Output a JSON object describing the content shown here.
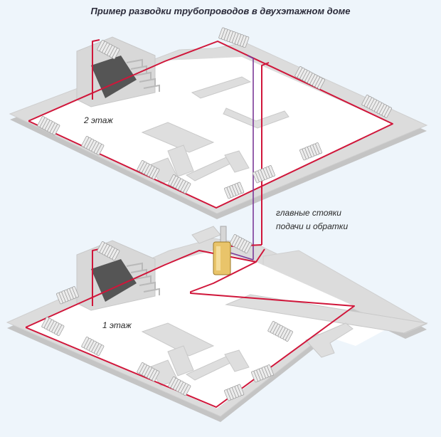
{
  "title": "Пример разводки трубопроводов в двухэтажном доме",
  "labels": {
    "floor2": "2 этаж",
    "floor1": "1 этаж",
    "risers_line1": "главные стояки",
    "risers_line2": "подачи и обратки"
  },
  "colors": {
    "background": "#eef5fb",
    "floor": "#ffffff",
    "walls": "#dcdcdc",
    "wall_edge": "#c4c4c4",
    "supply_pipe": "#d0163a",
    "return_pipe": "#7b3a98",
    "radiator": "#ececec",
    "boiler": "#e9c46a",
    "stair_dark": "#555555"
  },
  "icons": {
    "radiator": "radiator-icon",
    "boiler": "boiler-icon",
    "stairs": "staircase-icon"
  }
}
